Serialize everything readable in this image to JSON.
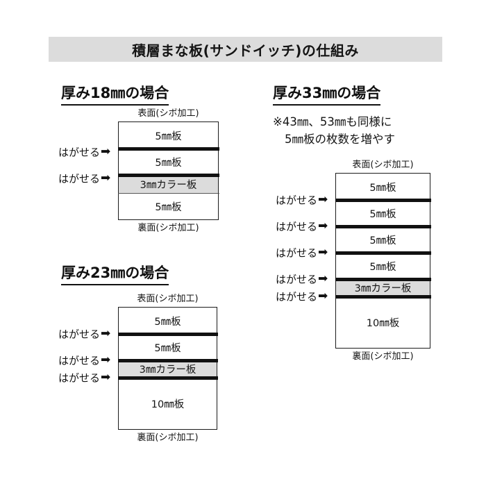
{
  "title": {
    "text": "積層まな板(サンドイッチ)の仕組み"
  },
  "labels": {
    "top_face": "表面(シボ加工)",
    "bottom_face": "裏面(シボ加工)",
    "peel": "はがせる",
    "arrow_icon": "➡"
  },
  "sections": [
    {
      "id": "18mm",
      "heading": "厚み18㎜の場合",
      "top_face": "表面(シボ加工)",
      "bottom_face": "裏面(シボ加工)",
      "layers": [
        {
          "label": "5㎜板",
          "color": "white",
          "peelable_top": false
        },
        {
          "label": "5㎜板",
          "color": "white",
          "peelable_top": true
        },
        {
          "label": "3㎜カラー板",
          "color": "gray",
          "peelable_top": true
        },
        {
          "label": "5㎜板",
          "color": "white",
          "peelable_top": false
        }
      ]
    },
    {
      "id": "23mm",
      "heading": "厚み23㎜の場合",
      "top_face": "表面(シボ加工)",
      "bottom_face": "裏面(シボ加工)",
      "layers": [
        {
          "label": "5㎜板",
          "color": "white",
          "peelable_top": false
        },
        {
          "label": "5㎜板",
          "color": "white",
          "peelable_top": true
        },
        {
          "label": "3㎜カラー板",
          "color": "gray",
          "peelable_top": true
        },
        {
          "label": "10㎜板",
          "color": "white",
          "peelable_top": true
        }
      ]
    },
    {
      "id": "33mm",
      "heading": "厚み33㎜の場合",
      "note_line_1": "※43㎜、53㎜も同様に",
      "note_line_2": "5㎜板の枚数を増やす",
      "top_face": "表面(シボ加工)",
      "bottom_face": "裏面(シボ加工)",
      "layers": [
        {
          "label": "5㎜板",
          "color": "white",
          "peelable_top": false
        },
        {
          "label": "5㎜板",
          "color": "white",
          "peelable_top": true
        },
        {
          "label": "5㎜板",
          "color": "white",
          "peelable_top": true
        },
        {
          "label": "5㎜板",
          "color": "white",
          "peelable_top": true
        },
        {
          "label": "3㎜カラー板",
          "color": "gray",
          "peelable_top": true
        },
        {
          "label": "10㎜板",
          "color": "white",
          "peelable_top": true
        }
      ]
    }
  ],
  "colors": {
    "banner_background": "#dcdcdc",
    "color_layer_background": "#dcdcdc",
    "line": "#111111",
    "page_background": "#ffffff"
  }
}
